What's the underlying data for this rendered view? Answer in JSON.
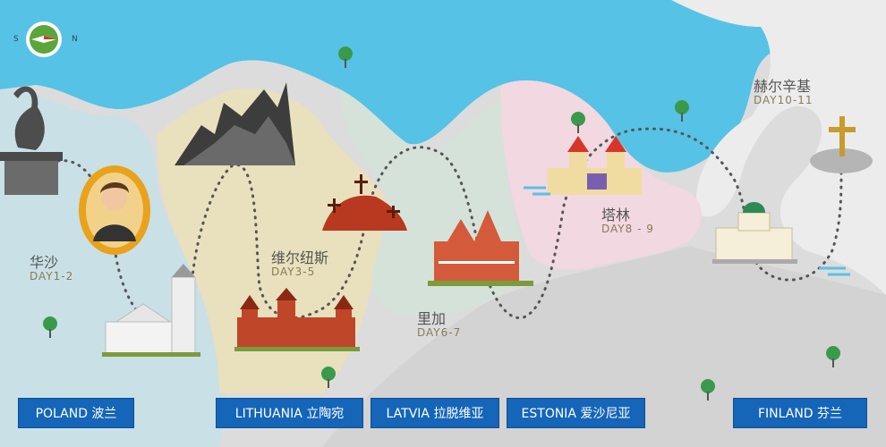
{
  "compass": {
    "south": "S",
    "north": "N"
  },
  "cities": {
    "warsaw": {
      "cn": "华沙",
      "day": "DAY1-2"
    },
    "vilnius": {
      "cn": "维尔纽斯",
      "day": "DAY3-5"
    },
    "riga": {
      "cn": "里加",
      "day": "DAY6-7"
    },
    "tallinn": {
      "cn": "塔林",
      "day": "DAY8 - 9"
    },
    "helsinki": {
      "cn": "赫尔辛基",
      "day": "DAY10-11"
    }
  },
  "countries": {
    "poland": "POLAND 波兰",
    "lithuania": "LITHUANIA 立陶宛",
    "latvia": "LATVIA 拉脱维亚",
    "estonia": "ESTONIA 爱沙尼亚",
    "finland": "FINLAND 芬兰"
  },
  "colors": {
    "sea": "#56c2e6",
    "poland": "#c8e0e6",
    "lithuania": "#e9e0bd",
    "latvia": "#d6e2da",
    "estonia": "#f2d8e0",
    "russia": "#d7d7d7",
    "button": "#1565b8",
    "route": "#555555"
  }
}
